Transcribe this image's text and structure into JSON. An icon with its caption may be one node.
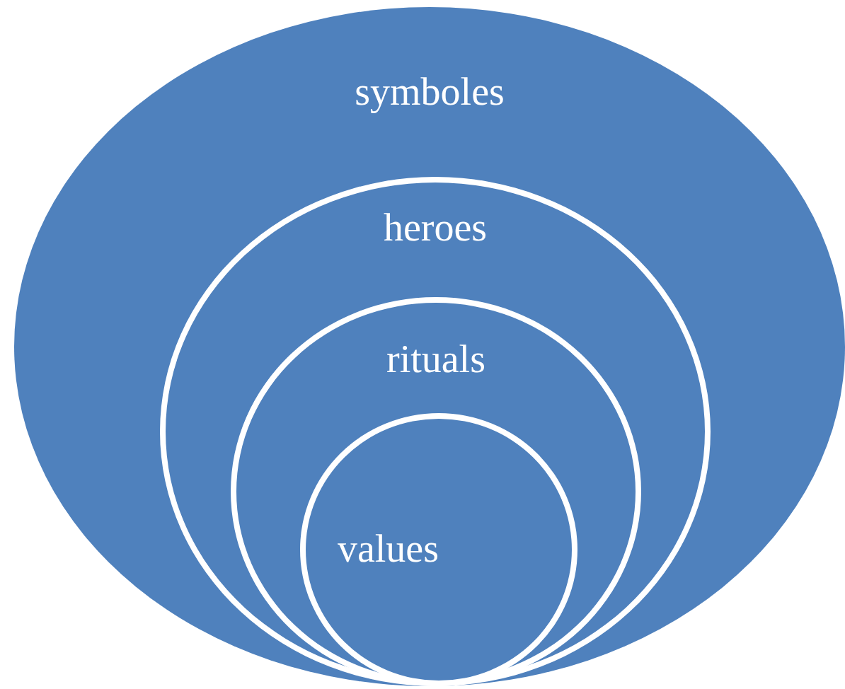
{
  "diagram": {
    "nodes": [
      {
        "text": [
          "symboles"
        ]
      },
      {
        "text": [
          "heroes"
        ],
        "in": 0
      },
      {
        "text": [
          "rituals"
        ],
        "in": 1
      },
      {
        "text": [
          "values"
        ],
        "in": 2
      }
    ]
  }
}
